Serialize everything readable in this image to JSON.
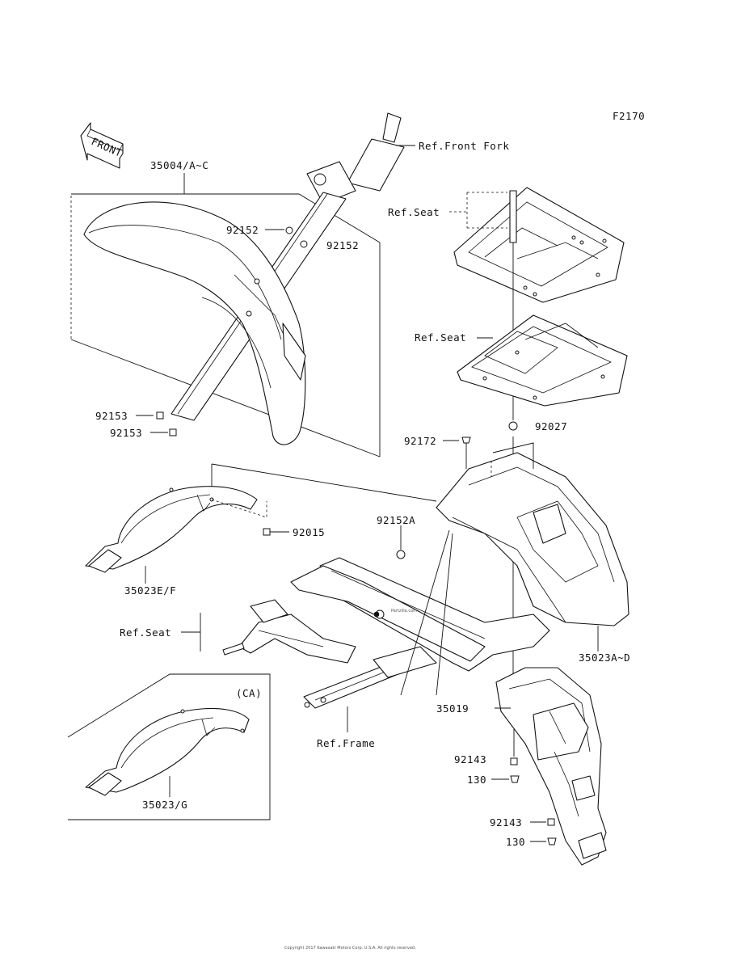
{
  "diagram": {
    "figure_code": "F2170",
    "arrow_label": "FRONT",
    "watermark": "Partzilla.com",
    "callouts": {
      "front_fender": "35004/A~C",
      "ref_front_fork": "Ref.Front Fork",
      "ref_seat_top": "Ref.Seat",
      "ref_seat_mid": "Ref.Seat",
      "ref_seat_left": "Ref.Seat",
      "bolt_92152_a": "92152",
      "bolt_92152_b": "92152",
      "nut_92153_a": "92153",
      "nut_92153_b": "92153",
      "washer_92027": "92027",
      "bolt_92172": "92172",
      "washer_92152A": "92152A",
      "nut_92015": "92015",
      "fender_35023EF": "35023E/F",
      "fender_35023AD": "35023A~D",
      "inner_fender_35019": "35019",
      "ref_frame": "Ref.Frame",
      "region_ca": "(CA)",
      "fender_35023G": "35023/G",
      "collar_92143_a": "92143",
      "bolt_130_a": "130",
      "collar_92143_b": "92143",
      "bolt_130_b": "130"
    },
    "footer_text": "Copyright 2017 Kawasaki Motors Corp. U.S.A. All rights reserved."
  }
}
